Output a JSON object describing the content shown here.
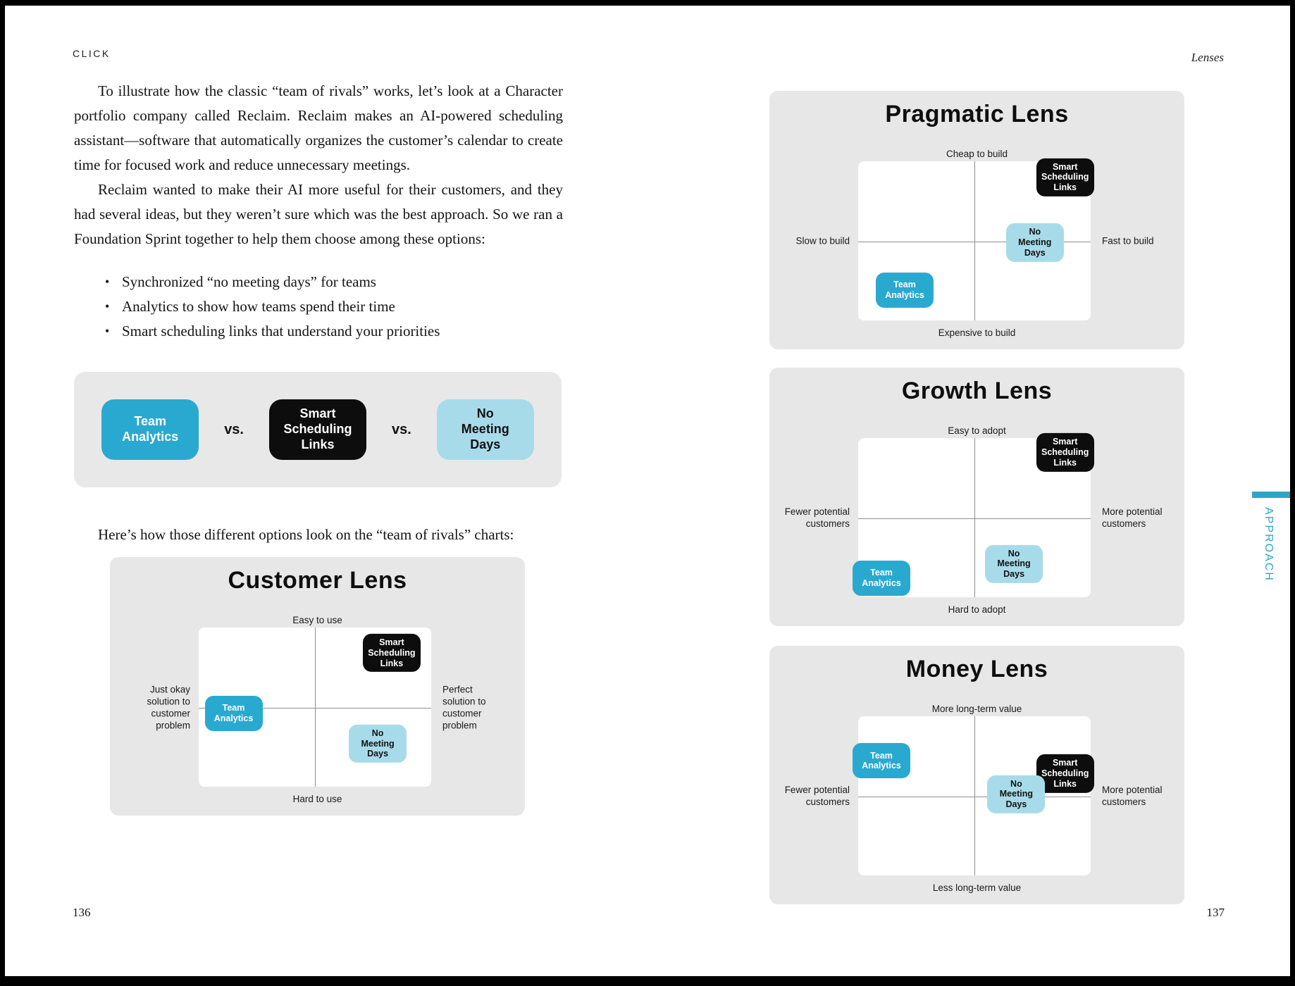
{
  "page_left": {
    "header": "CLICK",
    "page_number": "136",
    "para1": "To illustrate how the classic “team of rivals” works, let’s look at a Character portfolio company called Reclaim. Reclaim makes an AI-powered scheduling assistant—software that automatically organizes the customer’s calendar to create time for focused work and reduce unnecessary meetings.",
    "para2": "Reclaim wanted to make their AI more useful for their customers, and they had several ideas, but they weren’t sure which was the best approach. So we ran a Foundation Sprint together to help them choose among these options:",
    "bullets": [
      "Synchronized “no meeting days” for teams",
      "Analytics to show how teams spend their time",
      "Smart scheduling links that understand your priorities"
    ],
    "para3": "Here’s how those different options look on the “team of rivals” charts:"
  },
  "page_right": {
    "header": "Lenses",
    "page_number": "137",
    "side_tab": "APPROACH",
    "side_tab_color": "#2AA7C6"
  },
  "options": {
    "team_analytics": {
      "label": "Team\nAnalytics",
      "bg": "#2AA9D0",
      "fg": "#FFFFFF"
    },
    "smart_scheduling": {
      "label": "Smart\nScheduling\nLinks",
      "bg": "#0D0D0D",
      "fg": "#FFFFFF"
    },
    "no_meeting": {
      "label": "No\nMeeting\nDays",
      "bg": "#A8DBEA",
      "fg": "#111111"
    }
  },
  "versus_row": {
    "separator": "vs.",
    "order": [
      "team_analytics",
      "smart_scheduling",
      "no_meeting"
    ]
  },
  "chart_data": [
    {
      "type": "quadrant",
      "id": "customer",
      "page": "left",
      "slot": 0,
      "title": "Customer Lens",
      "top_label": "Easy to use",
      "bottom_label": "Hard to use",
      "left_label": "Just okay\nsolution to\ncustomer\nproblem",
      "right_label": "Perfect\nsolution to\ncustomer\nproblem",
      "points": [
        {
          "option": "smart_scheduling",
          "x": 83,
          "y": 16
        },
        {
          "option": "team_analytics",
          "x": 15,
          "y": 54
        },
        {
          "option": "no_meeting",
          "x": 77,
          "y": 73
        }
      ]
    },
    {
      "type": "quadrant",
      "id": "pragmatic",
      "page": "right",
      "slot": 0,
      "title": "Pragmatic Lens",
      "top_label": "Cheap to build",
      "bottom_label": "Expensive to build",
      "left_label": "Slow to build",
      "right_label": "Fast to build",
      "points": [
        {
          "option": "smart_scheduling",
          "x": 89,
          "y": 10
        },
        {
          "option": "no_meeting",
          "x": 76,
          "y": 51
        },
        {
          "option": "team_analytics",
          "x": 20,
          "y": 81
        }
      ]
    },
    {
      "type": "quadrant",
      "id": "growth",
      "page": "right",
      "slot": 1,
      "title": "Growth Lens",
      "top_label": "Easy to adopt",
      "bottom_label": "Hard to adopt",
      "left_label": "Fewer potential\ncustomers",
      "right_label": "More potential\ncustomers",
      "points": [
        {
          "option": "smart_scheduling",
          "x": 89,
          "y": 9
        },
        {
          "option": "no_meeting",
          "x": 67,
          "y": 79
        },
        {
          "option": "team_analytics",
          "x": 10,
          "y": 88
        }
      ]
    },
    {
      "type": "quadrant",
      "id": "money",
      "page": "right",
      "slot": 2,
      "title": "Money Lens",
      "top_label": "More long-term value",
      "bottom_label": "Less long-term value",
      "left_label": "Fewer potential\ncustomers",
      "right_label": "More potential\ncustomers",
      "points": [
        {
          "option": "team_analytics",
          "x": 10,
          "y": 28
        },
        {
          "option": "smart_scheduling",
          "x": 89,
          "y": 36
        },
        {
          "option": "no_meeting",
          "x": 68,
          "y": 49
        }
      ]
    }
  ]
}
